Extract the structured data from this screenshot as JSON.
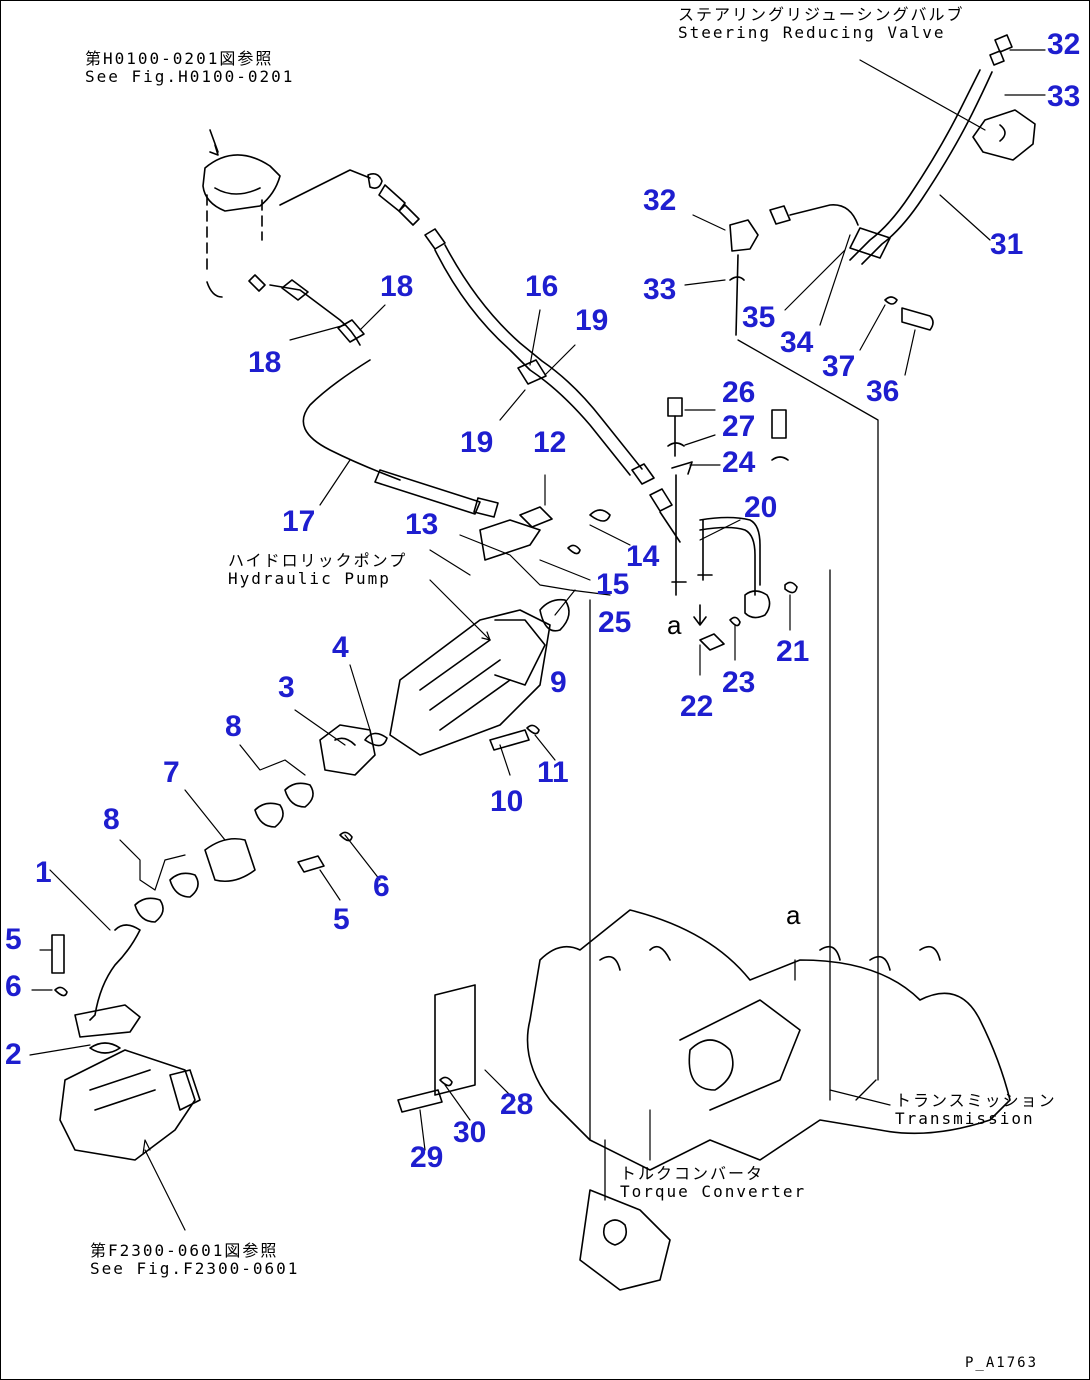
{
  "references": {
    "top": {
      "ja": "第H0100-0201図参照",
      "en": "See Fig.H0100-0201"
    },
    "bottom": {
      "ja": "第F2300-0601図参照",
      "en": "See Fig.F2300-0601"
    }
  },
  "components": {
    "steering_valve": {
      "ja": "ステアリングリジューシングバルブ",
      "en": "Steering Reducing Valve"
    },
    "hydraulic_pump": {
      "ja": "ハイドロリックポンプ",
      "en": "Hydraulic Pump"
    },
    "transmission": {
      "ja": "トランスミッション",
      "en": "Transmission"
    },
    "torque_converter": {
      "ja": "トルクコンバータ",
      "en": "Torque Converter"
    }
  },
  "view_markers": [
    "a",
    "a"
  ],
  "drawing_id": "P_A1763",
  "callout_color": "#1e1ecf",
  "callouts": [
    "32",
    "33",
    "32",
    "33",
    "31",
    "35",
    "34",
    "37",
    "36",
    "18",
    "16",
    "19",
    "18",
    "19",
    "26",
    "27",
    "24",
    "20",
    "12",
    "17",
    "13",
    "14",
    "15",
    "25",
    "9",
    "21",
    "23",
    "22",
    "4",
    "3",
    "8",
    "7",
    "11",
    "10",
    "8",
    "6",
    "5",
    "1",
    "5",
    "6",
    "2",
    "28",
    "30",
    "29"
  ]
}
